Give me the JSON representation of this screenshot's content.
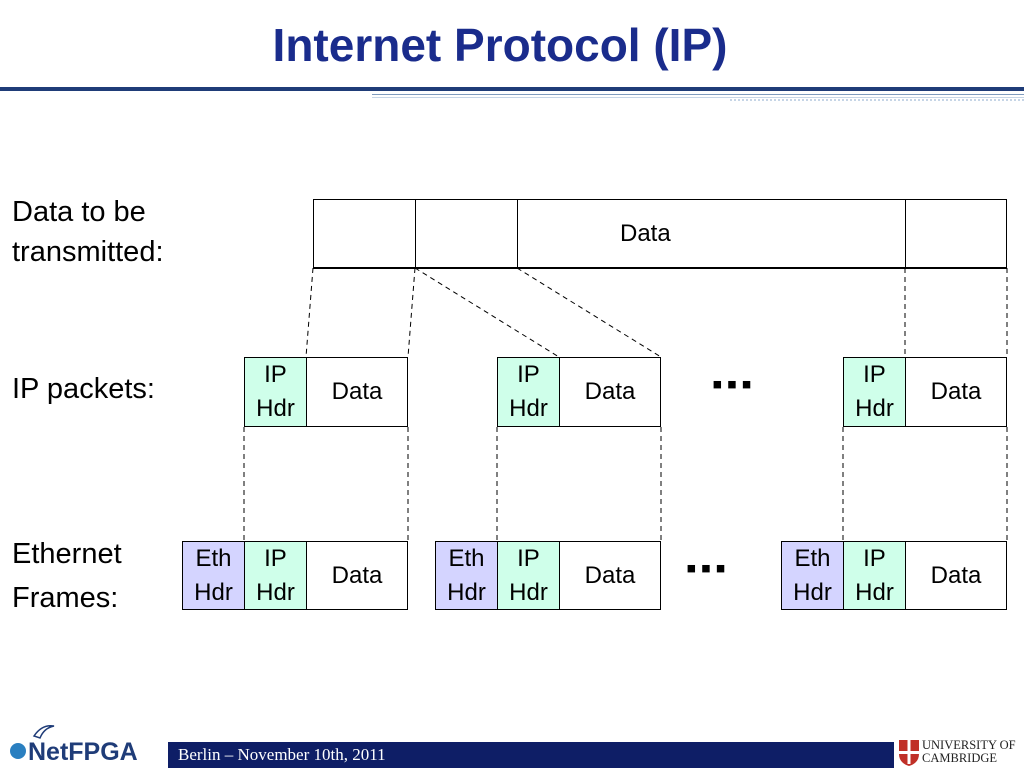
{
  "slide": {
    "title": "Internet Protocol (IP)",
    "footer": "Berlin – November 10th, 2011"
  },
  "labels": {
    "data_line1": "Data to be",
    "data_line2": "transmitted:",
    "ip_packets": "IP packets:",
    "eth_line1": "Ethernet",
    "eth_line2": "Frames:"
  },
  "diagram": {
    "top_data": "Data",
    "ip_hdr_line1": "IP",
    "ip_hdr_line2": "Hdr",
    "eth_hdr_line1": "Eth",
    "eth_hdr_line2": "Hdr",
    "data": "Data",
    "ellipsis": "▪▪▪"
  },
  "logos": {
    "netfpga": "NetFPGA",
    "cambridge_line1": "UNIVERSITY OF",
    "cambridge_line2": "CAMBRIDGE"
  },
  "colors": {
    "title": "#1a2c8c",
    "ip_hdr": "#cfffea",
    "eth_hdr": "#d4d4ff",
    "footer_bar": "#0e1e66"
  }
}
